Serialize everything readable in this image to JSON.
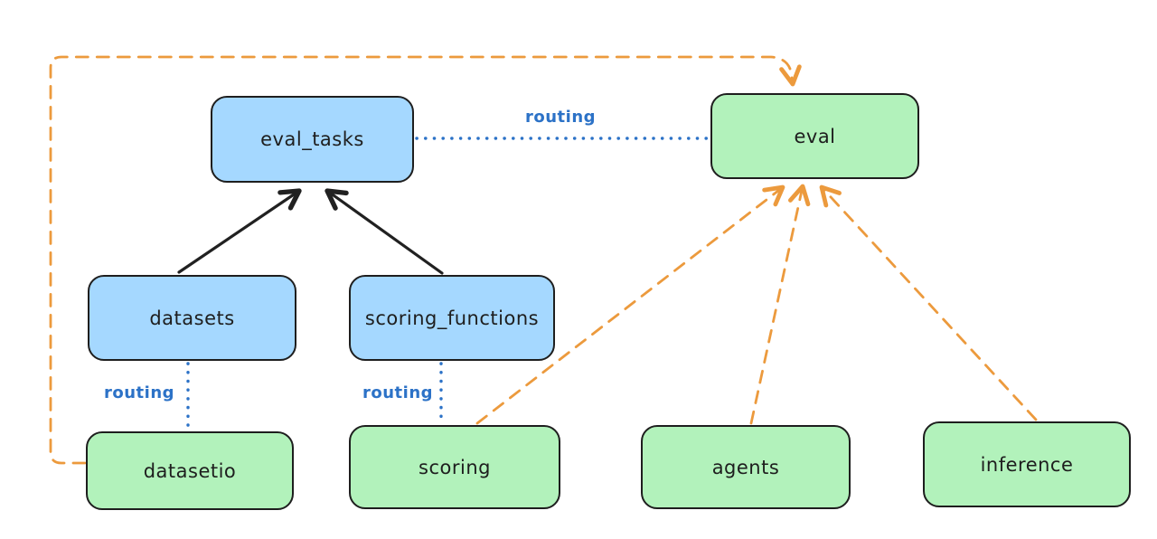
{
  "colors": {
    "blue_fill": "#a5d8ff",
    "green_fill": "#b2f2bb",
    "node_stroke": "#1e1e1e",
    "routing_blue": "#2c72c7",
    "orange": "#ec9a3d",
    "black_arrow": "#212121",
    "background": "#ffffff"
  },
  "nodes": [
    {
      "id": "eval_tasks",
      "label": "eval_tasks",
      "fill": "blue"
    },
    {
      "id": "eval",
      "label": "eval",
      "fill": "green"
    },
    {
      "id": "datasets",
      "label": "datasets",
      "fill": "blue"
    },
    {
      "id": "scoring_functions",
      "label": "scoring_functions",
      "fill": "blue"
    },
    {
      "id": "datasetio",
      "label": "datasetio",
      "fill": "green"
    },
    {
      "id": "scoring",
      "label": "scoring",
      "fill": "green"
    },
    {
      "id": "agents",
      "label": "agents",
      "fill": "green"
    },
    {
      "id": "inference",
      "label": "inference",
      "fill": "green"
    }
  ],
  "routing_labels": [
    "routing",
    "routing",
    "routing"
  ],
  "edges": [
    {
      "from": "datasets",
      "to": "eval_tasks",
      "style": "solid",
      "color": "black",
      "label": ""
    },
    {
      "from": "scoring_functions",
      "to": "eval_tasks",
      "style": "solid",
      "color": "black",
      "label": ""
    },
    {
      "from": "eval_tasks",
      "to": "eval",
      "style": "dotted",
      "color": "blue",
      "label": "routing"
    },
    {
      "from": "datasets",
      "to": "datasetio",
      "style": "dotted",
      "color": "blue",
      "label": "routing"
    },
    {
      "from": "scoring_functions",
      "to": "scoring",
      "style": "dotted",
      "color": "blue",
      "label": "routing"
    },
    {
      "from": "datasetio",
      "to": "eval",
      "style": "dashed",
      "color": "orange",
      "label": ""
    },
    {
      "from": "scoring",
      "to": "eval",
      "style": "dashed",
      "color": "orange",
      "label": ""
    },
    {
      "from": "agents",
      "to": "eval",
      "style": "dashed",
      "color": "orange",
      "label": ""
    },
    {
      "from": "inference",
      "to": "eval",
      "style": "dashed",
      "color": "orange",
      "label": ""
    }
  ]
}
